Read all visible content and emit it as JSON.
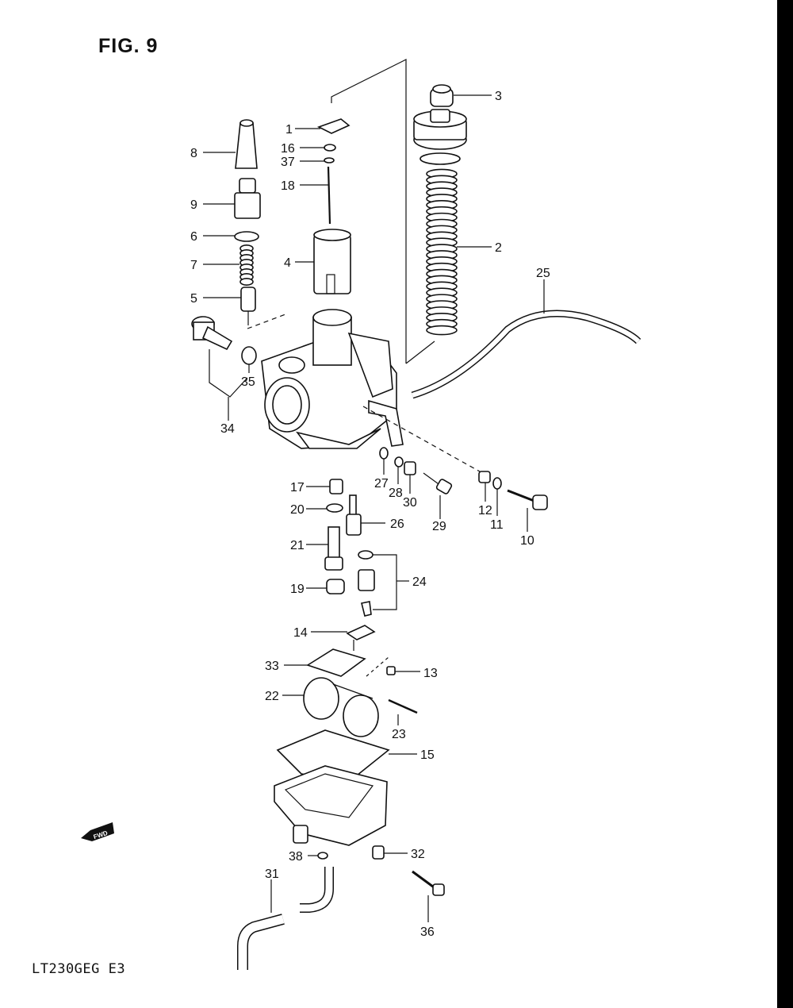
{
  "figure": {
    "title": "FIG. 9",
    "model_code": "LT230GEG  E3",
    "fwd_badge": "FWD"
  },
  "icons": {
    "fwd_arrow": "fwd-arrow-icon"
  },
  "callouts": [
    {
      "id": "1",
      "text": "1"
    },
    {
      "id": "2",
      "text": "2"
    },
    {
      "id": "3",
      "text": "3"
    },
    {
      "id": "4",
      "text": "4"
    },
    {
      "id": "5",
      "text": "5"
    },
    {
      "id": "6",
      "text": "6"
    },
    {
      "id": "7",
      "text": "7"
    },
    {
      "id": "8",
      "text": "8"
    },
    {
      "id": "9",
      "text": "9"
    },
    {
      "id": "10",
      "text": "10"
    },
    {
      "id": "11",
      "text": "11"
    },
    {
      "id": "12",
      "text": "12"
    },
    {
      "id": "13",
      "text": "13"
    },
    {
      "id": "14",
      "text": "14"
    },
    {
      "id": "15",
      "text": "15"
    },
    {
      "id": "16",
      "text": "16"
    },
    {
      "id": "17",
      "text": "17"
    },
    {
      "id": "18",
      "text": "18"
    },
    {
      "id": "19",
      "text": "19"
    },
    {
      "id": "20",
      "text": "20"
    },
    {
      "id": "21",
      "text": "21"
    },
    {
      "id": "22",
      "text": "22"
    },
    {
      "id": "23",
      "text": "23"
    },
    {
      "id": "24",
      "text": "24"
    },
    {
      "id": "25",
      "text": "25"
    },
    {
      "id": "26",
      "text": "26"
    },
    {
      "id": "27",
      "text": "27"
    },
    {
      "id": "28",
      "text": "28"
    },
    {
      "id": "29",
      "text": "29"
    },
    {
      "id": "30",
      "text": "30"
    },
    {
      "id": "31",
      "text": "31"
    },
    {
      "id": "32",
      "text": "32"
    },
    {
      "id": "33",
      "text": "33"
    },
    {
      "id": "34",
      "text": "34"
    },
    {
      "id": "35",
      "text": "35"
    },
    {
      "id": "36",
      "text": "36"
    },
    {
      "id": "37",
      "text": "37"
    },
    {
      "id": "38",
      "text": "38"
    }
  ]
}
